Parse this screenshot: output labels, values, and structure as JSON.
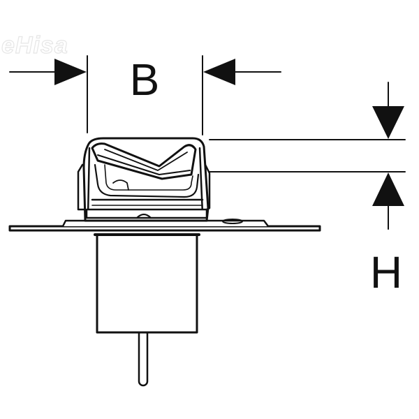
{
  "watermark": {
    "text": "eHisa"
  },
  "dimensions": {
    "width_label": "B",
    "height_label": "H"
  },
  "colors": {
    "line": "#111111",
    "background": "#ffffff",
    "watermark_outline": "#e6e6e6"
  }
}
